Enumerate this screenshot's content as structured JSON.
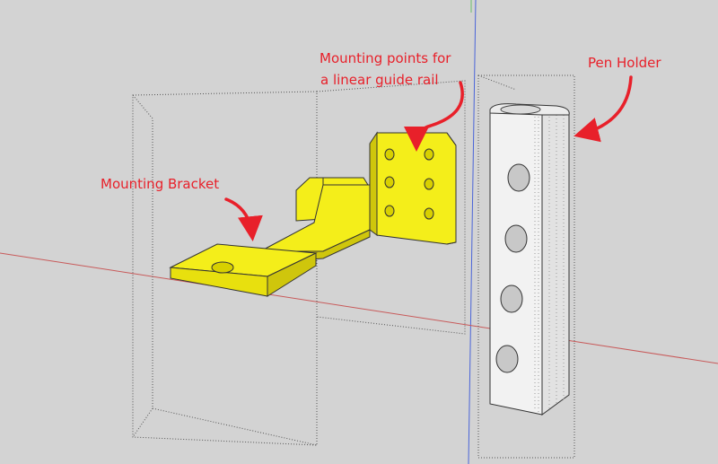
{
  "annotations": {
    "mounting_bracket": "Mounting Bracket",
    "guide_rail_line1": "Mounting points for",
    "guide_rail_line2": "a linear guide rail",
    "pen_holder": "Pen Holder"
  },
  "colors": {
    "background": "#d3d3d3",
    "part_yellow": "#f4ee1a",
    "part_yellow_shade": "#cfc60c",
    "pen_holder_face": "#f2f2f2",
    "annotation_red": "#e8202a",
    "axis_red": "#c85a5a",
    "axis_blue": "#4a64d8"
  },
  "icons": {
    "annotation_arrows": "curved-arrow-icon"
  }
}
